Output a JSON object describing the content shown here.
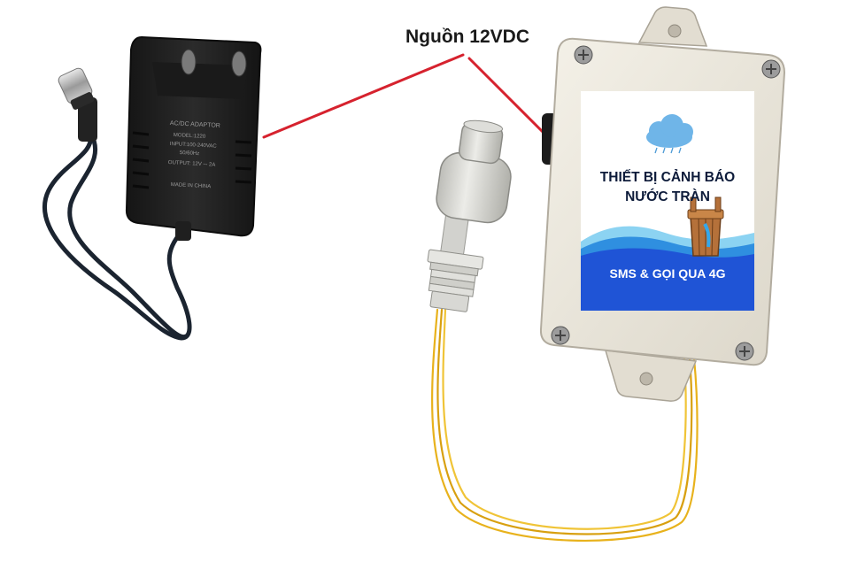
{
  "callout": {
    "text": "Nguồn 12VDC"
  },
  "device_label": {
    "title_line_1": "THIẾT BỊ CẢNH BÁO",
    "title_line_2": "NƯỚC TRÀN",
    "band_text": "SMS & GỌI QUA 4G"
  },
  "adapter_print": {
    "brand": "AC/DC ADAPTOR",
    "model": "MODEL:1220",
    "input": "INPUT:100-240VAC",
    "freq": "50/60Hz",
    "output": "OUTPUT: 12V ⎓ 2A",
    "origin": "MADE IN CHINA"
  },
  "colors": {
    "callout_line": "#d6222e",
    "enclosure": "#eeeae0",
    "band_blue": "#1f54d6",
    "wire": "#e8b21c",
    "adapter": "#1e1e1e"
  }
}
